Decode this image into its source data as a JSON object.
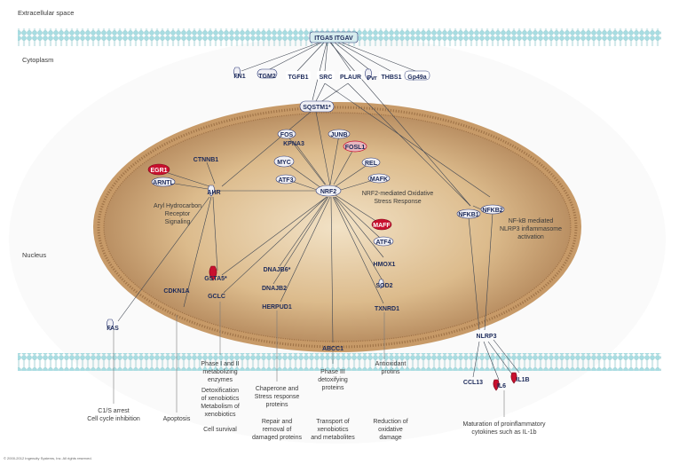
{
  "regions": {
    "extracellular": "Extracellular space",
    "cytoplasm": "Cytoplasm",
    "nucleus": "Nucleus"
  },
  "genes": {
    "itga5_itgav": "ITGA5 ITGAV",
    "fn1": "FN1",
    "tgm2": "TGM2",
    "tgfb1": "TGFB1",
    "src": "SRC",
    "plaur": "PLAUR",
    "pvr": "Pvr",
    "thbs1": "THBS1",
    "gp49a": "Gp49a",
    "sqstm1": "SQSTM1*",
    "fos": "FOS",
    "junb": "JUNB",
    "kpna3": "KPNA3",
    "fosl1": "FOSL1",
    "ctnnb1": "CTNNB1",
    "egr1": "EGR1",
    "myc": "MYC",
    "rel": "REL",
    "arntl": "ARNTL",
    "atf3": "ATF3",
    "mafk": "MAFK",
    "ahr": "AHR",
    "nrf2": "NRF2",
    "nfkb2": "NFKB2",
    "nfkb1": "NFKB1",
    "maff": "MAFF",
    "atf4": "ATF4",
    "hmox1": "HMOX1",
    "gsta5": "GSTA5*",
    "dnajb6": "DNAJB6*",
    "cdkn1a": "CDKN1A",
    "gclc": "GCLC",
    "dnajb2": "DNAJB2",
    "sod2": "SOD2",
    "herpud1": "HERPUD1",
    "txnrd1": "TXNRD1",
    "fas": "FAS",
    "abcc1": "ABCC1",
    "nlrp3": "NLRP3",
    "ccl13": "CCL13",
    "il6": "IL6",
    "il1b": "IL1B"
  },
  "pathways": {
    "ahr": [
      "Aryl Hydrocarbon",
      "Receptor",
      "Signaling"
    ],
    "nrf2": [
      "NRF2-mediated Oxidative",
      "Stress Response"
    ],
    "nfkb": [
      "NF-kB mediated",
      "NLRP3 inflammasome",
      "activation"
    ]
  },
  "outcomes": {
    "cell_cycle": [
      "C1/S arrest",
      "Cell cycle inhibition"
    ],
    "apoptosis": [
      "Apoptosis"
    ],
    "phase12": [
      "Phase I and II",
      "metabolizing",
      "enzymes",
      "Detoxification",
      "of xenobiotics",
      "Metabolism of",
      "xenobiotics"
    ],
    "cell_survival": [
      "Cell survival"
    ],
    "chaperone": [
      "Chaperone and",
      "Stress response",
      "proteins"
    ],
    "repair": [
      "Repair and",
      "removal of",
      "damaged proteins"
    ],
    "phase3": [
      "Phase III",
      "detoxifying",
      "proteins"
    ],
    "transport": [
      "Transport of",
      "xenobiotics",
      "and metabolites"
    ],
    "antioxidant": [
      "Antioxidant",
      "protins"
    ],
    "reduction": [
      "Reduction of",
      "oxidative",
      "damage"
    ],
    "maturation": [
      "Maturation of proinflammatory",
      "cytokines such as IL-1b"
    ]
  },
  "copyright": "© 2000-2012 Ingenuity Systems, Inc. All rights reserved.",
  "colors": {
    "membrane": "#a9dde0",
    "nucleus_outer": "#b18a5e",
    "nucleus_inner": "#e6cda8",
    "upregulated": "#c8102e",
    "node_outline": "#2d3a78"
  }
}
